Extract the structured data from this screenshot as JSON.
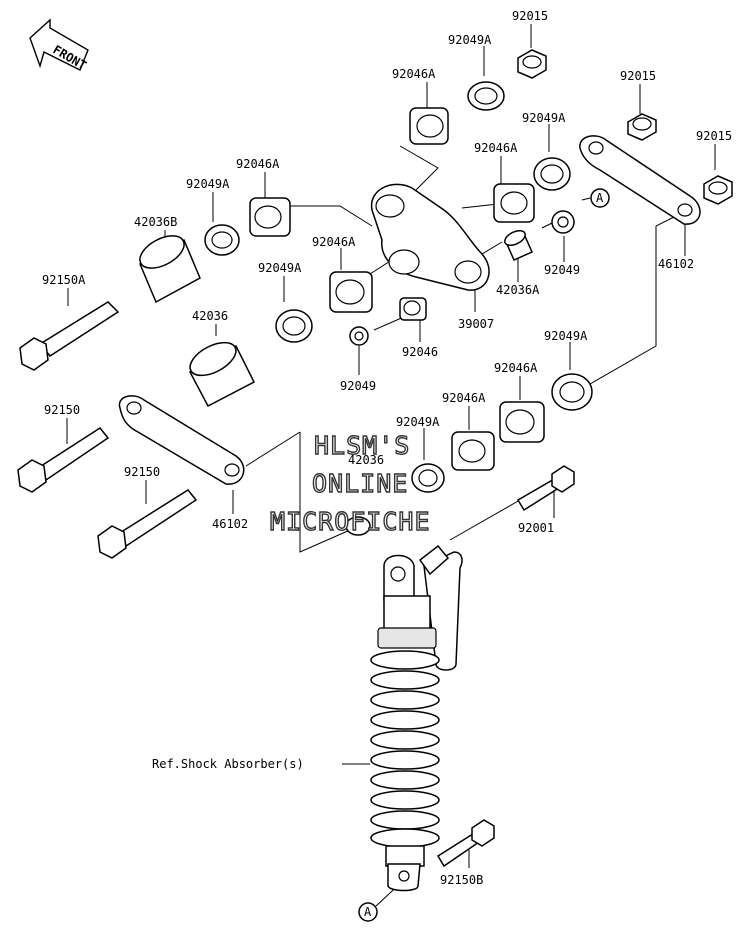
{
  "front_label": "FRONT",
  "callouts": {
    "p92015_a": "92015",
    "p92049A_a": "92049A",
    "p92046A_a": "92046A",
    "p92015_b": "92015",
    "p92049A_b": "92049A",
    "p92015_c": "92015",
    "p92046A_b": "92046A",
    "p92046A_c": "92046A",
    "p92049A_c": "92049A",
    "p42036B": "42036B",
    "p92150A": "92150A",
    "p92046A_d": "92046A",
    "p92049A_d": "92049A",
    "p42036": "42036",
    "p92049_a": "92049",
    "p42036A": "42036A",
    "p46102_a": "46102",
    "p39007": "39007",
    "p92046": "92046",
    "p92049_b": "92049",
    "p92049A_e": "92049A",
    "p92046A_e": "92046A",
    "p92046A_f": "92046A",
    "p92049A_f": "92049A",
    "p42036_b": "42036",
    "p92150_a": "92150",
    "p92150_b": "92150",
    "p46102_b": "46102",
    "p92001": "92001",
    "p92150B": "92150B",
    "ref_shock": "Ref.Shock Absorber(s)",
    "ref_a_top": "A",
    "ref_a_bottom": "A"
  },
  "watermark": {
    "line1": "HLSM'S",
    "line2": "ONLINE",
    "line3": "MICROFICHE"
  }
}
